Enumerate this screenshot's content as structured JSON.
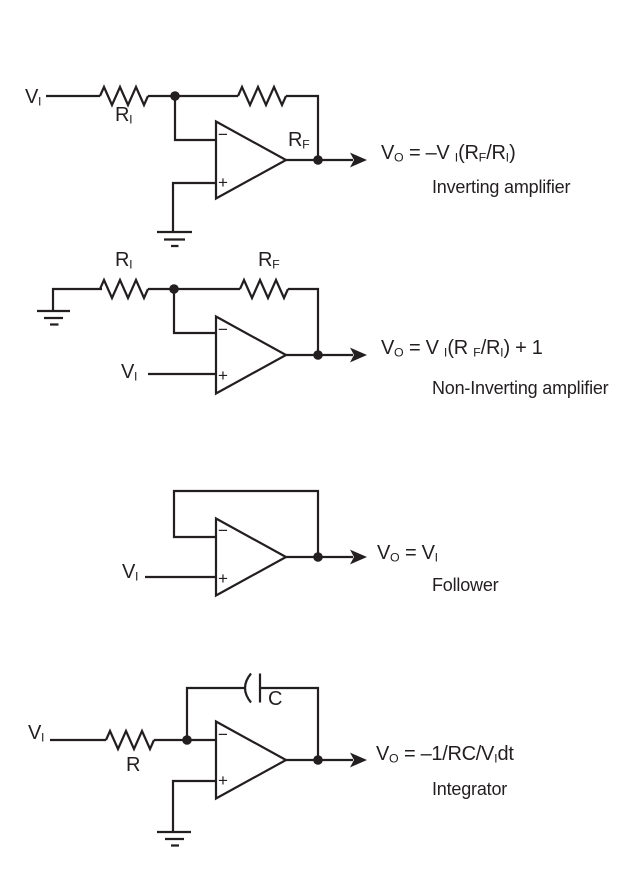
{
  "colors": {
    "line": "#231f20",
    "background": "#ffffff"
  },
  "circuits": [
    {
      "id": "inverting-amplifier",
      "caption": "Inverting amplifier",
      "equation": [
        {
          "t": "V"
        },
        {
          "s": "O"
        },
        {
          "t": " = –V "
        },
        {
          "s": "I"
        },
        {
          "t": "(R"
        },
        {
          "s": "F"
        },
        {
          "t": "/R"
        },
        {
          "s": "I"
        },
        {
          "t": ")"
        }
      ],
      "labels": {
        "vin": [
          {
            "t": "V"
          },
          {
            "s": "I"
          }
        ],
        "r_in": [
          {
            "t": "R"
          },
          {
            "s": "I"
          }
        ],
        "r_f": [
          {
            "t": "R"
          },
          {
            "s": "F"
          }
        ]
      },
      "opamp": {
        "minus": "−",
        "plus": "+"
      }
    },
    {
      "id": "non-inverting-amplifier",
      "caption": "Non-Inverting amplifier",
      "equation": [
        {
          "t": "V"
        },
        {
          "s": "O"
        },
        {
          "t": " = V "
        },
        {
          "s": "I"
        },
        {
          "t": "(R "
        },
        {
          "s": "F"
        },
        {
          "t": "/R"
        },
        {
          "s": "I"
        },
        {
          "t": ") + 1"
        }
      ],
      "labels": {
        "vin": [
          {
            "t": "V"
          },
          {
            "s": "I"
          }
        ],
        "r_in": [
          {
            "t": "R"
          },
          {
            "s": "I"
          }
        ],
        "r_f": [
          {
            "t": "R"
          },
          {
            "s": "F"
          }
        ]
      },
      "opamp": {
        "minus": "−",
        "plus": "+"
      }
    },
    {
      "id": "follower",
      "caption": "Follower",
      "equation": [
        {
          "t": "V"
        },
        {
          "s": "O"
        },
        {
          "t": " = V"
        },
        {
          "s": "I"
        }
      ],
      "labels": {
        "vin": [
          {
            "t": "V"
          },
          {
            "s": "I"
          }
        ]
      },
      "opamp": {
        "minus": "−",
        "plus": "+"
      }
    },
    {
      "id": "integrator",
      "caption": "Integrator",
      "equation": [
        {
          "t": "V"
        },
        {
          "s": "O"
        },
        {
          "t": " = –1/RC/V"
        },
        {
          "s": "I"
        },
        {
          "t": "dt"
        }
      ],
      "labels": {
        "vin": [
          {
            "t": "V"
          },
          {
            "s": "I"
          }
        ],
        "r": [
          {
            "t": "R"
          }
        ],
        "c": [
          {
            "t": "C"
          }
        ]
      },
      "opamp": {
        "minus": "−",
        "plus": "+"
      }
    }
  ]
}
